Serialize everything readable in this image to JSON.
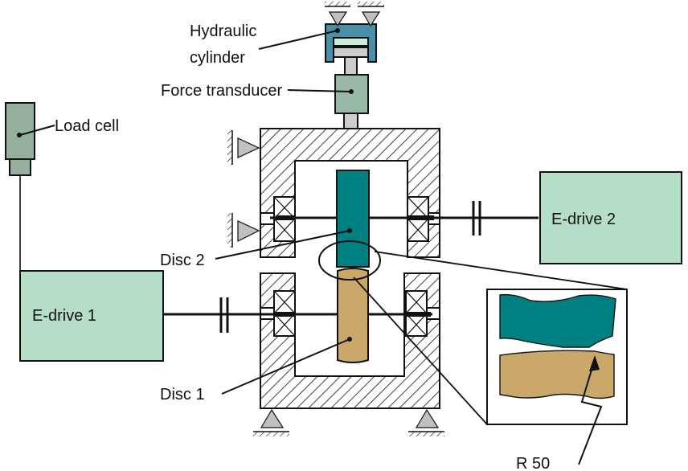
{
  "labels": {
    "hydraulic_cylinder_line1": "Hydraulic",
    "hydraulic_cylinder_line2": "cylinder",
    "force_transducer": "Force transducer",
    "load_cell": "Load cell",
    "disc2": "Disc 2",
    "disc1": "Disc 1",
    "edrive1": "E-drive 1",
    "edrive2": "E-drive 2",
    "radius": "R 50"
  },
  "colors": {
    "hydraulic_cylinder": "#4a8fa8",
    "piston": "#c7ecd9",
    "transducer": "#9ab8a6",
    "load_cell": "#95b09c",
    "edrive": "#b5dec8",
    "disc2": "#008080",
    "disc1": "#c9a86a",
    "support": "#c0c0c0",
    "shaft_grey": "#cccccc"
  }
}
